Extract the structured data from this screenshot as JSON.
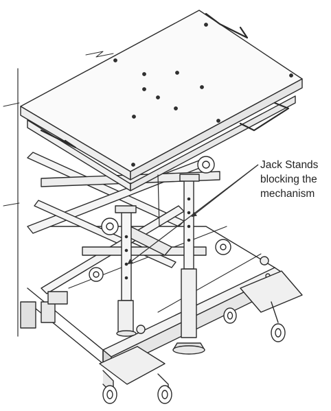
{
  "figure": {
    "callout_lines": [
      "Jack Stands",
      "blocking the",
      "mechanism"
    ]
  }
}
